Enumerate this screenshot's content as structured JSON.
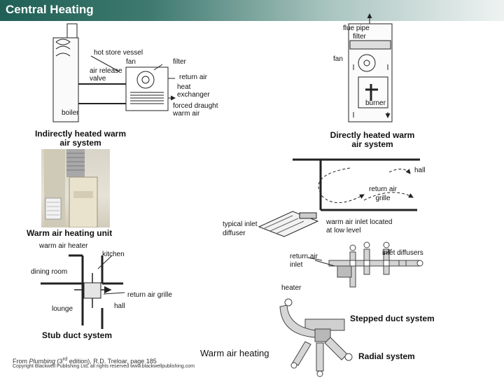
{
  "header": {
    "title": "Central Heating"
  },
  "indirect": {
    "hot_store": "hot store vessel",
    "fan": "fan",
    "air_release_1": "air release",
    "air_release_2": "valve",
    "filter": "filter",
    "return_air": "return air",
    "heat_exchanger_1": "heat",
    "heat_exchanger_2": "exchanger",
    "forced_draught_1": "forced draught",
    "forced_draught_2": "warm air",
    "boiler": "boiler",
    "caption_1": "Indirectly heated warm",
    "caption_2": "air system"
  },
  "direct": {
    "flue_pipe": "flue pipe",
    "filter": "filter",
    "fan": "fan",
    "burner": "burner",
    "caption_1": "Directly heated warm",
    "caption_2": "air system"
  },
  "photo_section": {
    "unit_caption": "Warm air heating unit",
    "heater_label": "warm air heater"
  },
  "room": {
    "hall": "hall",
    "return_grille_1": "return air",
    "return_grille_2": "grille",
    "typical_inlet_1": "typical inlet",
    "typical_inlet_2": "diffuser",
    "inlet_located_1": "warm air inlet located",
    "inlet_located_2": "at low level"
  },
  "stub": {
    "kitchen": "kitchen",
    "dining": "dining room",
    "return_grille": "return air grille",
    "lounge": "lounge",
    "hall": "hall",
    "caption": "Stub duct system"
  },
  "stepped": {
    "return_inlet_1": "return air",
    "return_inlet_2": "inlet",
    "inlet_diffusers": "inlet diffusers",
    "heater": "heater",
    "caption": "Stepped duct system"
  },
  "radial": {
    "caption": "Radial system"
  },
  "footer": {
    "source_prefix": "From ",
    "book": "Plumbing",
    "edition_pre": " (3",
    "edition_sup": "rd",
    "edition_post": " edition), R.D. Treloar, page 185",
    "copyright": "Copyright Blackwell Publishing Ltd, all rights reserved  www.blackwellpublishing.com",
    "main_caption": "Warm air heating"
  }
}
